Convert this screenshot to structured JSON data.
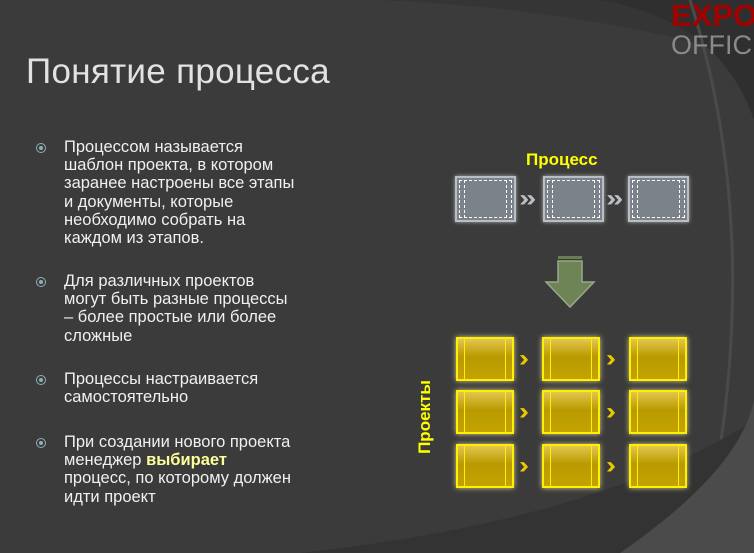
{
  "logo": {
    "line1": "EXPO",
    "line2": "OFFICE"
  },
  "title": "Понятие процесса",
  "bullets": [
    {
      "lines": [
        "Процессом называется",
        "шаблон проекта, в котором",
        "заранее настроены все этапы",
        "и документы, которые",
        "необходимо собрать на",
        "каждом из этапов."
      ]
    },
    {
      "lines": [
        "Для различных проектов",
        "могут быть разные процессы",
        "– более простые или более",
        "сложные"
      ]
    },
    {
      "lines": [
        "Процессы настраивается",
        "самостоятельно"
      ]
    },
    {
      "line1": "При создании нового проекта",
      "line2_pre": "менеджер ",
      "line2_highlight": "выбирает",
      "line3": "процесс, по которому должен",
      "line4": "идти проект"
    }
  ],
  "diagram": {
    "process_label": "Процесс",
    "projects_label": "Проекты"
  },
  "colors": {
    "accent": "#ffff00",
    "logo_red": "#a30000",
    "background": "#3b3b3b"
  }
}
